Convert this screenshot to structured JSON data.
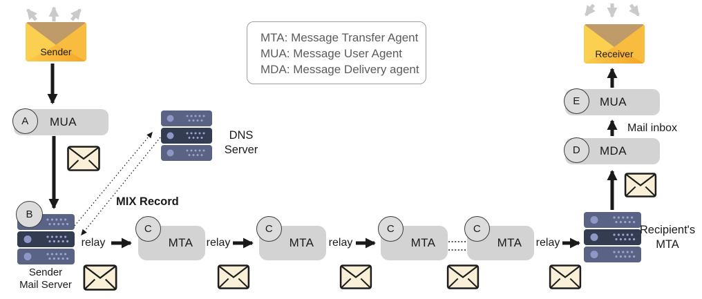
{
  "legend": {
    "lines": [
      "MTA: Message Transfer Agent",
      "MUA: Message User Agent",
      "MDA: Message Delivery agent"
    ]
  },
  "endpoints": {
    "sender_label": "Sender",
    "receiver_label": "Receiver"
  },
  "left_chain": {
    "mua": {
      "badge": "A",
      "label": "MUA"
    },
    "mail_server": {
      "badge": "B",
      "label_line1": "Sender",
      "label_line2": "Mail Server"
    }
  },
  "dns": {
    "label_line1": "DNS",
    "label_line2": "Server",
    "mix_record_label": "MIX Record"
  },
  "relay_label": "relay",
  "mta_chain": [
    {
      "badge": "C",
      "label": "MTA"
    },
    {
      "badge": "C",
      "label": "MTA"
    },
    {
      "badge": "C",
      "label": "MTA"
    },
    {
      "badge": "C",
      "label": "MTA"
    }
  ],
  "right_chain": {
    "recipient_server": {
      "label_line1": "Recipient's",
      "label_line2": "MTA"
    },
    "mda": {
      "badge": "D",
      "label": "MDA"
    },
    "mua": {
      "badge": "E",
      "label": "MUA"
    },
    "mail_inbox_label": "Mail inbox"
  },
  "colors": {
    "envelope_orange": "#F5A426",
    "envelope_flap_tan": "#BF9B6A",
    "server_slate": "#5A6384",
    "server_dark": "#333C50",
    "node_gray": "#D3D3D3",
    "mail_cream": "#FAF0D8",
    "arrow_black": "#1A1A1A",
    "arrow_gray": "#CACACA"
  }
}
